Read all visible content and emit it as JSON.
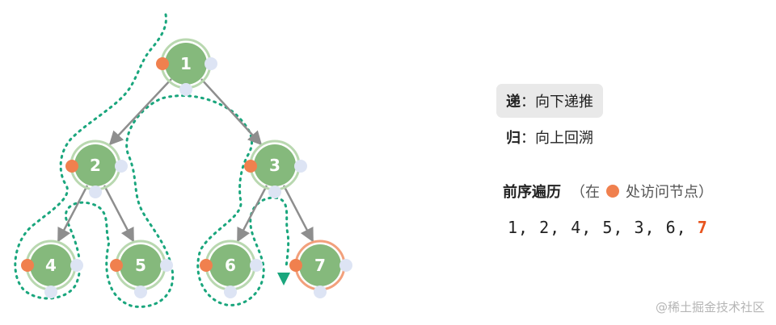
{
  "legend": {
    "recurse_key": "递",
    "recurse_desc": "：向下递推",
    "return_key": "归",
    "return_desc": "：向上回溯"
  },
  "traversal": {
    "title": "前序遍历",
    "paren_open": "（在",
    "paren_close": "处访问节点）",
    "visited": "1, 2, 4, 5, 3, 6,",
    "current": "7"
  },
  "nodes": [
    {
      "id": "1",
      "label": "1"
    },
    {
      "id": "2",
      "label": "2"
    },
    {
      "id": "3",
      "label": "3"
    },
    {
      "id": "4",
      "label": "4"
    },
    {
      "id": "5",
      "label": "5"
    },
    {
      "id": "6",
      "label": "6"
    },
    {
      "id": "7",
      "label": "7"
    }
  ],
  "colors": {
    "node_fill": "#85b97c",
    "node_ring": "#b9d8b0",
    "active_ring": "#f2a07c",
    "edge": "#8e8e8e",
    "pre_dot": "#f0804e",
    "side_dot": "#dde4f4",
    "path": "#1aa67d"
  },
  "watermark": "@稀土掘金技术社区"
}
